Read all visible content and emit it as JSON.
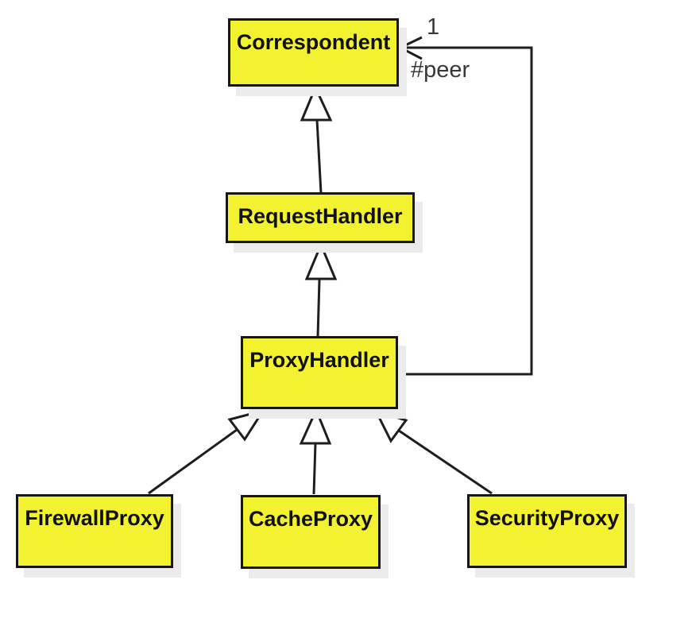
{
  "diagram": {
    "classes": [
      {
        "id": "correspondent",
        "label": "Correspondent"
      },
      {
        "id": "request-handler",
        "label": "RequestHandler"
      },
      {
        "id": "proxy-handler",
        "label": "ProxyHandler"
      },
      {
        "id": "firewall-proxy",
        "label": "FirewallProxy"
      },
      {
        "id": "cache-proxy",
        "label": "CacheProxy"
      },
      {
        "id": "security-proxy",
        "label": "SecurityProxy"
      }
    ],
    "association": {
      "multiplicity": "1",
      "role": "#peer"
    },
    "colors": {
      "class_fill": "#f2f230",
      "class_border": "#161616",
      "line": "#1e1e1e",
      "shadow": "#ebebeb",
      "background": "#ffffff"
    }
  }
}
